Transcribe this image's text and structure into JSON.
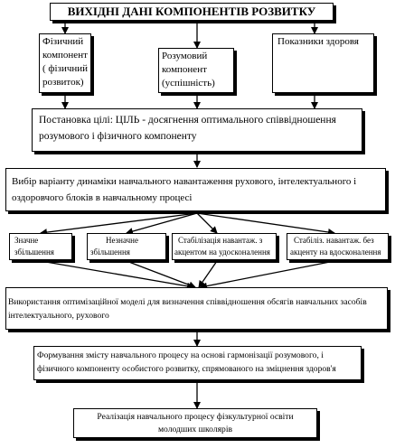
{
  "title": "ВИХІДНІ ДАНІ КОМПОНЕНТІВ РОЗВИТКУ",
  "top_row": {
    "physical": [
      "Фізичний",
      "компонент",
      "( фізичний",
      "розвиток)"
    ],
    "mental": [
      "Розумовий",
      "компонент",
      "(успішність)"
    ],
    "health": [
      "Показники здоровя"
    ]
  },
  "goal": [
    "Постановка цілі: ЦІЛЬ - досягнення оптимального співвідношення",
    "розумового і фізичного компоненту"
  ],
  "choice": [
    "Вибір варіанту динаміки навчального навантаження рухового, інтелектуального і",
    "оздоровчого блоків в навчальному процесі"
  ],
  "options": [
    [
      "Значне",
      "збільшення"
    ],
    [
      "Незначне",
      "збільшення"
    ],
    [
      "Стабілізація навантаж. з",
      "акцентом на удосконалення"
    ],
    [
      "Стабіліз. навантаж. без",
      "акценту на вдосконалення"
    ]
  ],
  "model": [
    "Використання оптимізаційної моделі для визначення співвідношення обсягів навчальних засобів",
    "інтелектуального, рухового"
  ],
  "content": [
    "Формування змісту навчального процесу на основі гармонізації розумового, і",
    "фізичного компоненту особистого розвитку, спрямованого на зміцнення здоров'я"
  ],
  "final": [
    "Реалізація навчального процесу фізкультурної освіти",
    "молодших школярів"
  ]
}
